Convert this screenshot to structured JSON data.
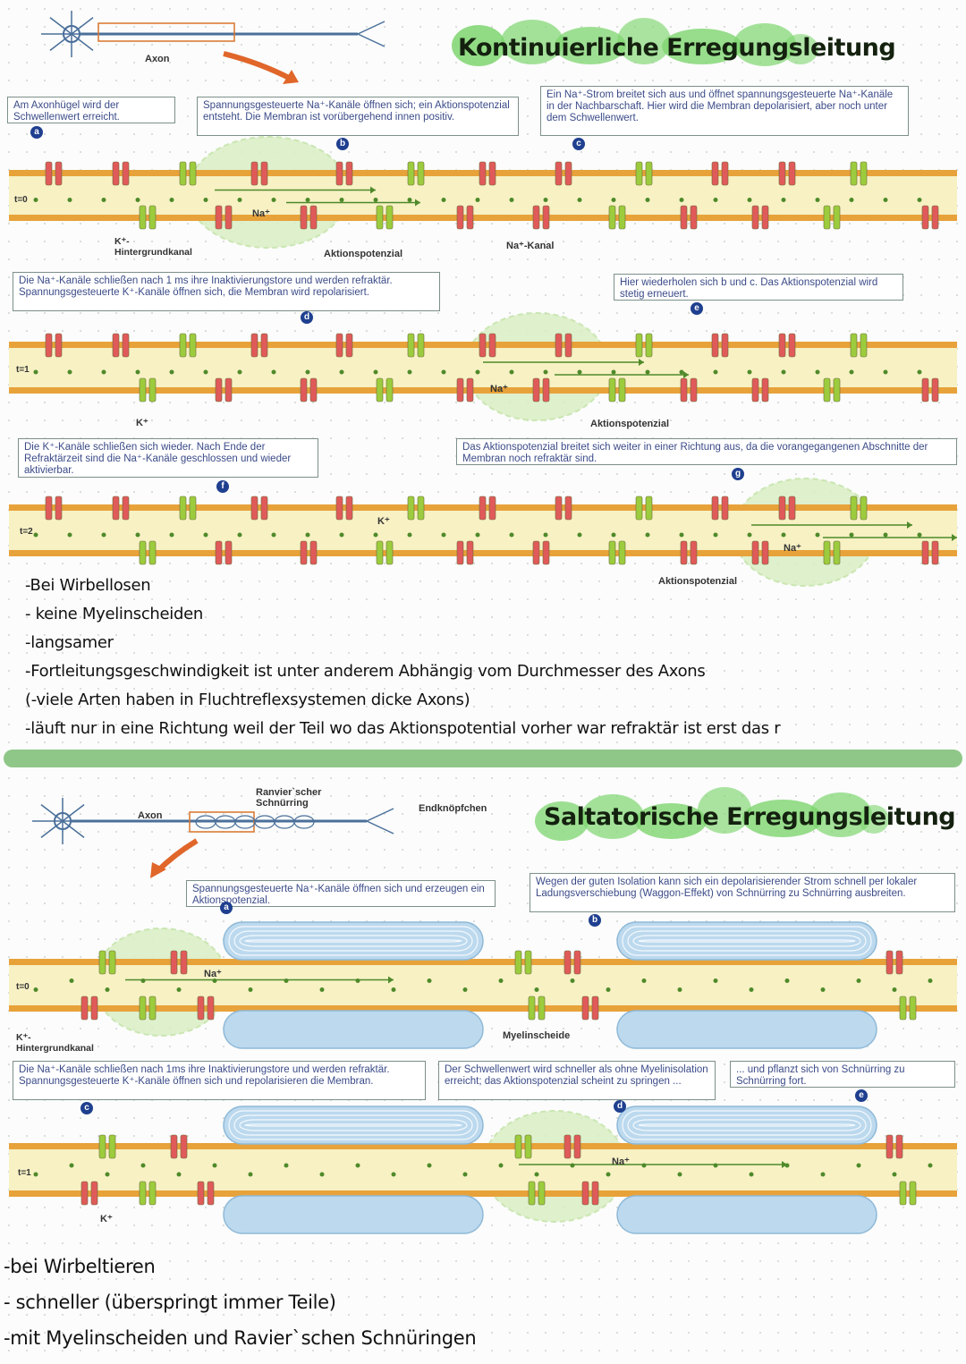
{
  "section1": {
    "title": "Kontinuierliche Erregungsleitung",
    "neuron_label": "Axon",
    "boxes": [
      {
        "marker": "a",
        "text": "Am Axonhügel wird der Schwellenwert erreicht."
      },
      {
        "marker": "b",
        "text": "Spannungsgesteuerte Na⁺-Kanäle öffnen sich; ein Aktionspotenzial entsteht. Die Membran ist vorübergehend innen positiv."
      },
      {
        "marker": "c",
        "text": "Ein Na⁺-Strom breitet sich aus und öffnet spannungsgesteuerte Na⁺-Kanäle in der Nachbarschaft. Hier wird die Membran depolarisiert, aber noch unter dem Schwellenwert."
      },
      {
        "marker": "d",
        "text": "Die Na⁺-Kanäle schließen nach 1 ms ihre Inaktivierungstore und werden refraktär. Spannungsgesteuerte K⁺-Kanäle öffnen sich, die Membran wird repolarisiert."
      },
      {
        "marker": "e",
        "text": "Hier wiederholen sich b und c. Das Aktionspotenzial wird stetig erneuert."
      },
      {
        "marker": "f",
        "text": "Die K⁺-Kanäle schließen sich wieder. Nach Ende der Refraktärzeit sind die Na⁺-Kanäle geschlossen und wieder aktivierbar."
      },
      {
        "marker": "g",
        "text": "Das Aktionspotenzial breitet sich weiter in einer Richtung aus, da die vorangegangenen Abschnitte der Membran noch refraktär sind."
      }
    ],
    "time_labels": [
      "t=0",
      "t=1",
      "t=2"
    ],
    "labels": {
      "k_channel": "K⁺-Hintergrundkanal",
      "ap": "Aktionspotenzial",
      "na_channel": "Na⁺-Kanal",
      "na": "Na⁺",
      "k": "K⁺"
    },
    "notes": [
      "-Bei Wirbellosen",
      "- keine Myelinscheiden",
      "-langsamer",
      "-Fortleitungsgeschwindigkeit ist unter anderem Abhängig vom Durchmesser des Axons",
      "(-viele Arten haben in Fluchtreflexsystemen dicke Axons)",
      "-läuft nur in eine Richtung weil der Teil wo das Aktionspotential vorher war refraktär ist erst das r"
    ]
  },
  "section2": {
    "title": "Saltatorische Erregungsleitung",
    "neuron_labels": {
      "axon": "Axon",
      "ranvier": "Ranvier`scher Schnürring",
      "end": "Endknöpfchen"
    },
    "boxes": [
      {
        "marker": "a",
        "text": "Spannungsgesteuerte Na⁺-Kanäle öffnen sich und erzeugen ein Aktionspotenzial."
      },
      {
        "marker": "b",
        "text": "Wegen der guten Isolation kann sich ein depolarisierender Strom schnell per lokaler Ladungsverschiebung (Waggon-Effekt) von Schnürring zu Schnürring ausbreiten."
      },
      {
        "marker": "c",
        "text": "Die Na⁺-Kanäle schließen nach 1ms ihre Inaktivierungstore und werden refraktär. Spannungsgesteuerte K⁺-Kanäle öffnen sich und repolarisieren die Membran."
      },
      {
        "marker": "d",
        "text": "Der Schwellenwert wird schneller als ohne Myelinisolation erreicht; das Aktionspotenzial scheint zu springen ..."
      },
      {
        "marker": "e",
        "text": "... und pflanzt sich von Schnürring zu Schnürring fort."
      }
    ],
    "time_labels": [
      "t=0",
      "t=1"
    ],
    "labels": {
      "k_channel": "K⁺-Hintergrundkanal",
      "myelin": "Myelinscheide",
      "na": "Na⁺",
      "k": "K⁺"
    },
    "notes": [
      "-bei Wirbeltieren",
      "- schneller (überspringt immer Teile)",
      "-mit Myelinscheiden und Ravier`schen Schnüringen"
    ]
  },
  "colors": {
    "membrane": "#e8a23a",
    "axoplasm": "#f7f1c4",
    "na_channel": "#9ccc3d",
    "k_channel": "#e05a5a",
    "myelin": "#bcd9ee",
    "marker": "#1f3f8f",
    "divider": "#8fc788",
    "highlight": "#7ed56f"
  }
}
